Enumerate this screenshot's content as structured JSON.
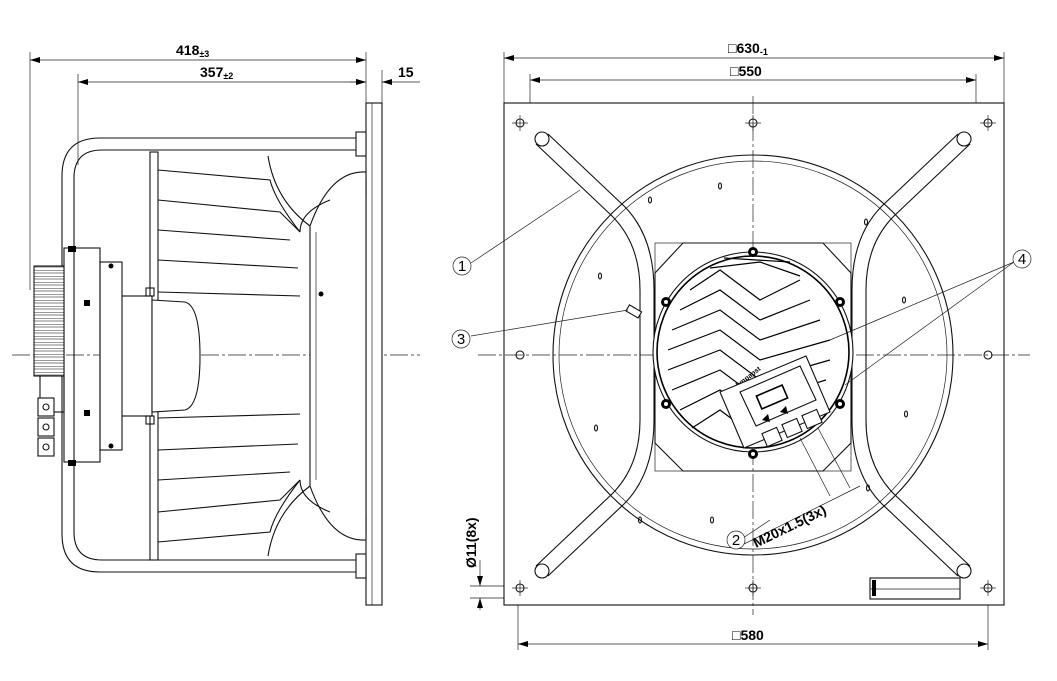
{
  "dimensions": {
    "overall_depth": {
      "value": "418",
      "tol": "±3"
    },
    "housing_depth": {
      "value": "357",
      "tol": "±2"
    },
    "plate_thickness": {
      "value": "15"
    },
    "plate_square": {
      "value": "□630",
      "tol": "-1"
    },
    "hole_spacing_top": {
      "value": "□550"
    },
    "hole_spacing_bottom": {
      "value": "□580"
    },
    "mount_holes": {
      "value": "Ø11(8x)"
    },
    "cable_glands": {
      "value": "M20x1.5(3x)"
    }
  },
  "callouts": [
    {
      "id": "1",
      "label": "1"
    },
    {
      "id": "2",
      "label": "2"
    },
    {
      "id": "3",
      "label": "3"
    },
    {
      "id": "4",
      "label": "4"
    }
  ],
  "motor_logo": "ebmpapst",
  "colors": {
    "line": "#111111",
    "background": "#ffffff"
  }
}
